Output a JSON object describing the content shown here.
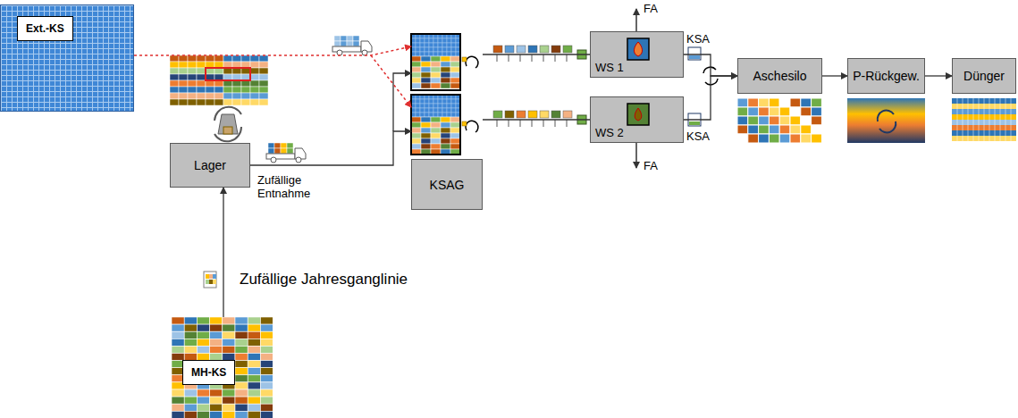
{
  "diagram": {
    "nodes": [
      {
        "text": [
          "Ext.-KS"
        ]
      },
      {
        "text": [
          "Lager"
        ]
      },
      {
        "text": [
          "MH-KS"
        ]
      },
      {
        "text": [
          "KSAG"
        ]
      },
      {
        "text": [
          "WS 1"
        ]
      },
      {
        "text": [
          "WS 2"
        ]
      },
      {
        "text": [
          "Aschesilo"
        ]
      },
      {
        "text": [
          "P-Rückgew."
        ]
      },
      {
        "text": [
          "Dünger"
        ]
      }
    ],
    "edges": [
      {
        "from": 2,
        "to": 1,
        "arrow": "to",
        "label": "Zufällige Jahresganglinie"
      },
      {
        "from": 1,
        "to": 3,
        "arrow": "to",
        "label": "Zufällige Entnahme"
      },
      {
        "from": 0,
        "to": 3,
        "arrow": "to"
      },
      {
        "from": 3,
        "to": 4,
        "arrow": "none"
      },
      {
        "from": 3,
        "to": 5,
        "arrow": "none"
      },
      {
        "from": 4,
        "to": 6,
        "arrow": "to"
      },
      {
        "from": 5,
        "to": 6,
        "arrow": "to"
      },
      {
        "from": 6,
        "to": 7,
        "arrow": "to"
      },
      {
        "from": 7,
        "to": 8,
        "arrow": "to"
      }
    ],
    "labels": [
      "FA",
      "KSA",
      "KSA",
      "FA"
    ]
  }
}
